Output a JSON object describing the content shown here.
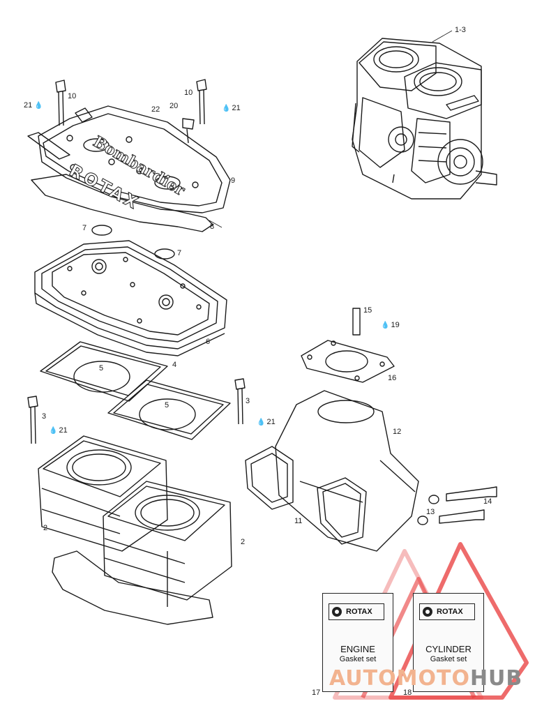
{
  "parts": {
    "p1_3": "1-3",
    "p10a": "10",
    "p10b": "10",
    "p21a": "21",
    "p21b": "21",
    "p22": "22",
    "p20": "20",
    "p9": "9",
    "p8": "8",
    "p7a": "7",
    "p7b": "7",
    "p6": "6",
    "p5a": "5",
    "p5b": "5",
    "p4": "4",
    "p3a": "3",
    "p3b": "3",
    "p21c": "21",
    "p21d": "21",
    "p2a": "2",
    "p2b": "2",
    "p15": "15",
    "p19": "19",
    "p16": "16",
    "p12": "12",
    "p11": "11",
    "p13": "13",
    "p14": "14",
    "p17": "17",
    "p18": "18"
  },
  "head_cover_text": {
    "brand": "Bombardier",
    "engine": "ROTAX"
  },
  "kits": [
    {
      "logo": "ROTAX",
      "line1": "ENGINE",
      "line2": "Gasket set"
    },
    {
      "logo": "ROTAX",
      "line1": "CYLINDER",
      "line2": "Gasket set"
    }
  ],
  "watermark": {
    "part1": "AUTOMOTO",
    "part2": "HUB"
  },
  "colors": {
    "line": "#1a1a1a",
    "watermark_red": "#e83a3a",
    "watermark_pink": "#f2b38f"
  }
}
